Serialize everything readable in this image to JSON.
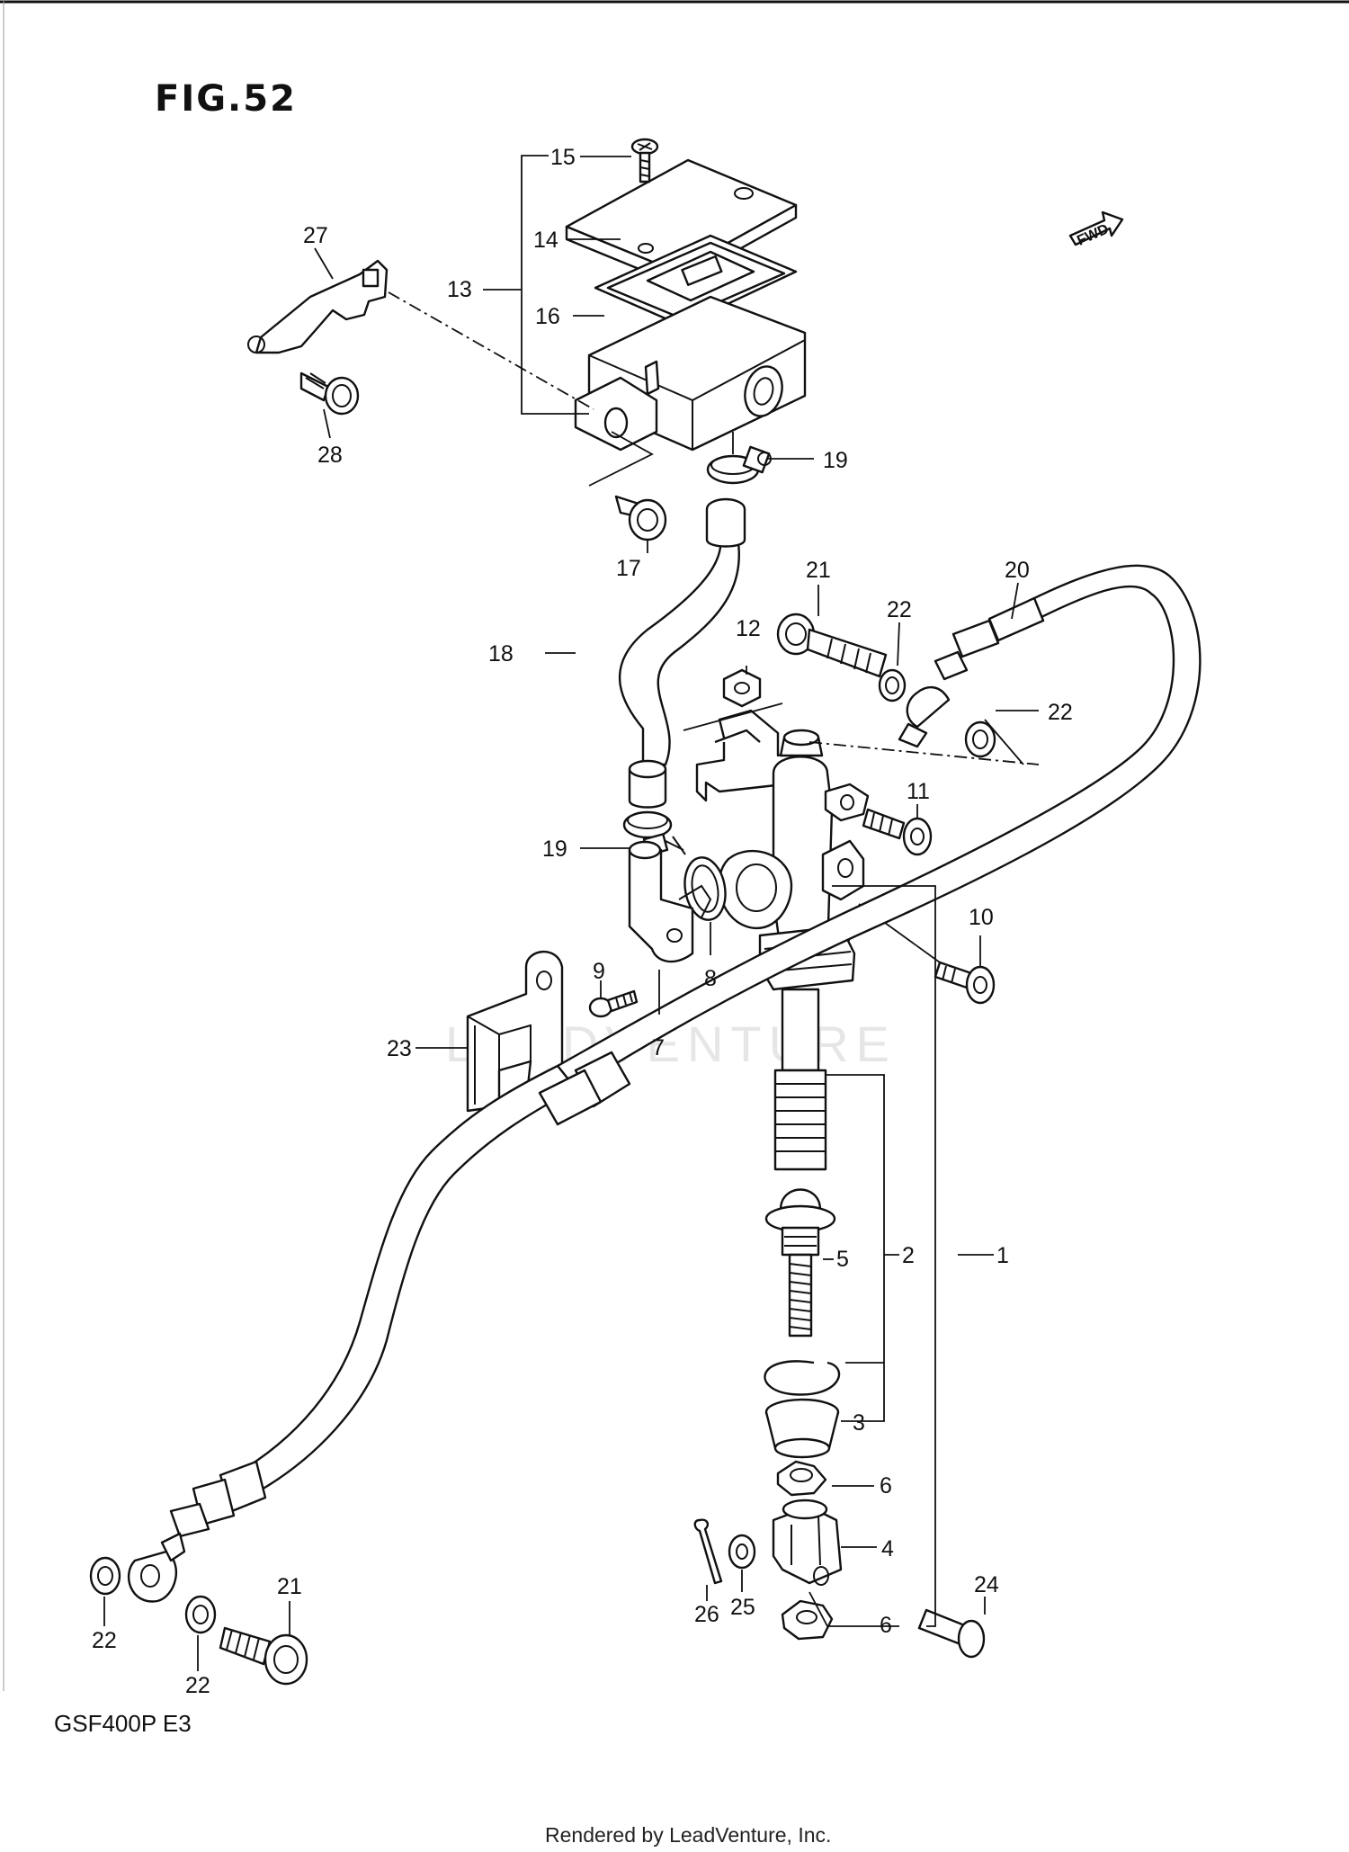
{
  "figure": {
    "title": "FIG.52",
    "model": "GSF400P  E3",
    "direction_marker": "FWD",
    "watermark": "LEADVENTURE",
    "footer": "Rendered by LeadVenture, Inc."
  },
  "callouts": [
    {
      "id": "c1",
      "label": "1"
    },
    {
      "id": "c2",
      "label": "2"
    },
    {
      "id": "c3",
      "label": "3"
    },
    {
      "id": "c4",
      "label": "4"
    },
    {
      "id": "c5",
      "label": "5"
    },
    {
      "id": "c6a",
      "label": "6"
    },
    {
      "id": "c6b",
      "label": "6"
    },
    {
      "id": "c7",
      "label": "7"
    },
    {
      "id": "c8",
      "label": "8"
    },
    {
      "id": "c9",
      "label": "9"
    },
    {
      "id": "c10",
      "label": "10"
    },
    {
      "id": "c11",
      "label": "11"
    },
    {
      "id": "c12",
      "label": "12"
    },
    {
      "id": "c13",
      "label": "13"
    },
    {
      "id": "c14",
      "label": "14"
    },
    {
      "id": "c15",
      "label": "15"
    },
    {
      "id": "c16",
      "label": "16"
    },
    {
      "id": "c17",
      "label": "17"
    },
    {
      "id": "c18",
      "label": "18"
    },
    {
      "id": "c19a",
      "label": "19"
    },
    {
      "id": "c19b",
      "label": "19"
    },
    {
      "id": "c20",
      "label": "20"
    },
    {
      "id": "c21a",
      "label": "21"
    },
    {
      "id": "c21b",
      "label": "21"
    },
    {
      "id": "c22a",
      "label": "22"
    },
    {
      "id": "c22b",
      "label": "22"
    },
    {
      "id": "c22c",
      "label": "22"
    },
    {
      "id": "c22d",
      "label": "22"
    },
    {
      "id": "c23",
      "label": "23"
    },
    {
      "id": "c24",
      "label": "24"
    },
    {
      "id": "c25",
      "label": "25"
    },
    {
      "id": "c26",
      "label": "26"
    },
    {
      "id": "c27",
      "label": "27"
    },
    {
      "id": "c28",
      "label": "28"
    }
  ]
}
